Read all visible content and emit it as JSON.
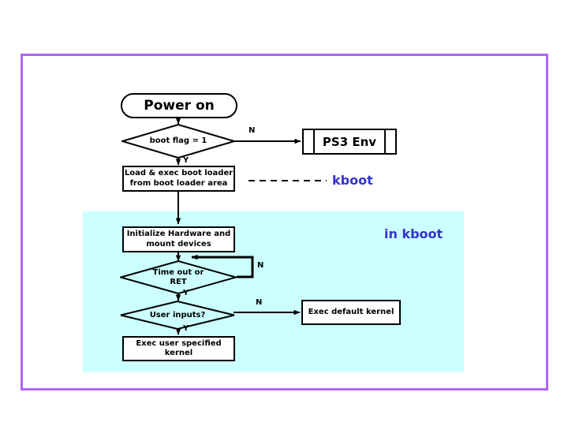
{
  "diagram": {
    "title_text": "",
    "frame_color": "#b066fa",
    "region_color": "#ccffff",
    "annotation_color": "#3333cc",
    "line_color": "#000000"
  },
  "nodes": {
    "power_on": {
      "label": "Power on",
      "shape": "terminator"
    },
    "boot_flag": {
      "label": "boot flag = 1",
      "shape": "decision"
    },
    "ps3_env": {
      "label": "PS3 Env",
      "shape": "predefined-process"
    },
    "load_exec": {
      "line1": "Load & exec boot loader",
      "line2": "from boot loader area",
      "shape": "process"
    },
    "init_hw": {
      "line1": "Initialize Hardware and",
      "line2": "mount devices",
      "shape": "process"
    },
    "timeout_ret": {
      "line1": "Time out or",
      "line2": "RET",
      "shape": "decision"
    },
    "user_inputs": {
      "label": "User inputs?",
      "shape": "decision"
    },
    "exec_default": {
      "label": "Exec default kernel",
      "shape": "process"
    },
    "exec_user": {
      "label": "Exec user specified kernel",
      "shape": "process"
    }
  },
  "edge_labels": {
    "boot_flag_no": "N",
    "boot_flag_yes": "Y",
    "timeout_no": "N",
    "timeout_yes": "Y",
    "user_inputs_no": "N",
    "user_inputs_yes": "Y"
  },
  "annotations": {
    "kboot": "kboot",
    "in_kboot": "in kboot"
  }
}
